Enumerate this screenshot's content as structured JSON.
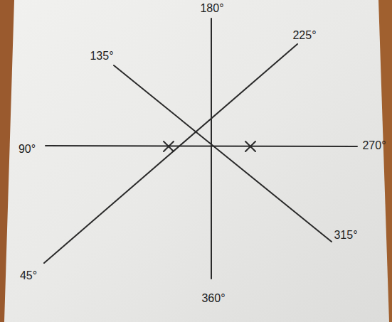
{
  "diagram": {
    "labels": [
      "180°",
      "225°",
      "135°",
      "90°",
      "270°",
      "315°",
      "45°",
      "360°"
    ]
  }
}
